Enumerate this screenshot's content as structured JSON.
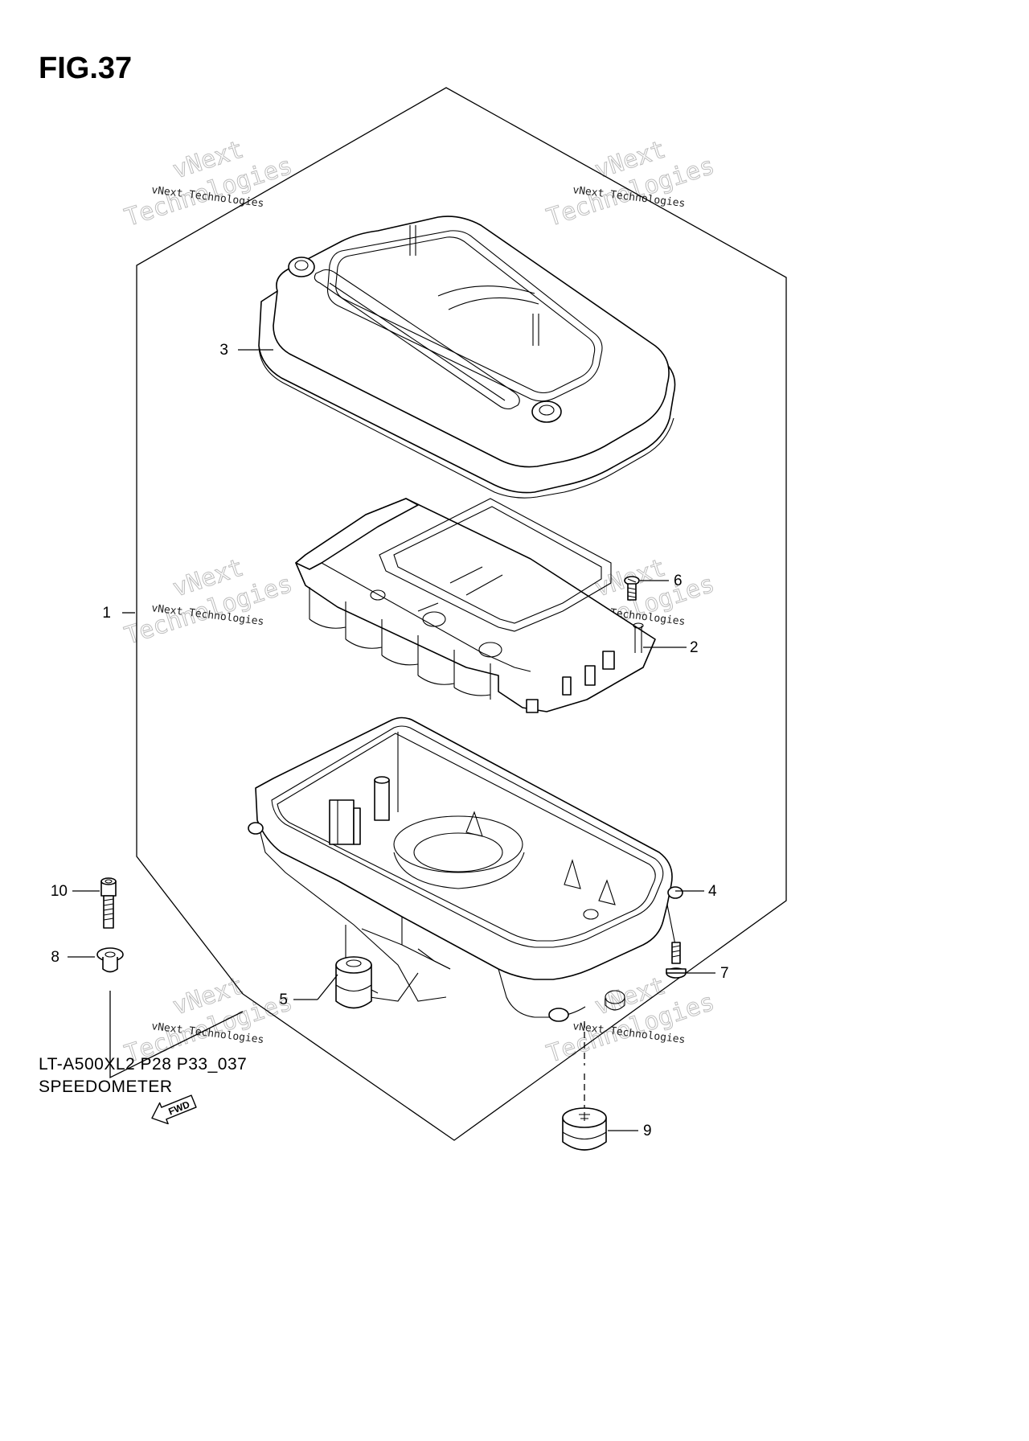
{
  "figure": {
    "title": "FIG.37",
    "model_code": "LT-A500XL2 P28 P33_037",
    "name": "SPEEDOMETER"
  },
  "callouts": [
    {
      "id": "1",
      "label": "1",
      "part": "speedometer-assembly"
    },
    {
      "id": "2",
      "label": "2",
      "part": "circuit-board"
    },
    {
      "id": "3",
      "label": "3",
      "part": "meter-cover"
    },
    {
      "id": "4",
      "label": "4",
      "part": "meter-case"
    },
    {
      "id": "5",
      "label": "5",
      "part": "cushion"
    },
    {
      "id": "6",
      "label": "6",
      "part": "screw"
    },
    {
      "id": "7",
      "label": "7",
      "part": "screw"
    },
    {
      "id": "8",
      "label": "8",
      "part": "collar"
    },
    {
      "id": "9",
      "label": "9",
      "part": "cushion"
    },
    {
      "id": "10",
      "label": "10",
      "part": "bolt"
    }
  ],
  "direction_marker": {
    "label": "FWD"
  },
  "watermark": {
    "text_small": "vNext Technologies",
    "text_big_line1": "vNext",
    "text_big_line2": "Technologies"
  }
}
